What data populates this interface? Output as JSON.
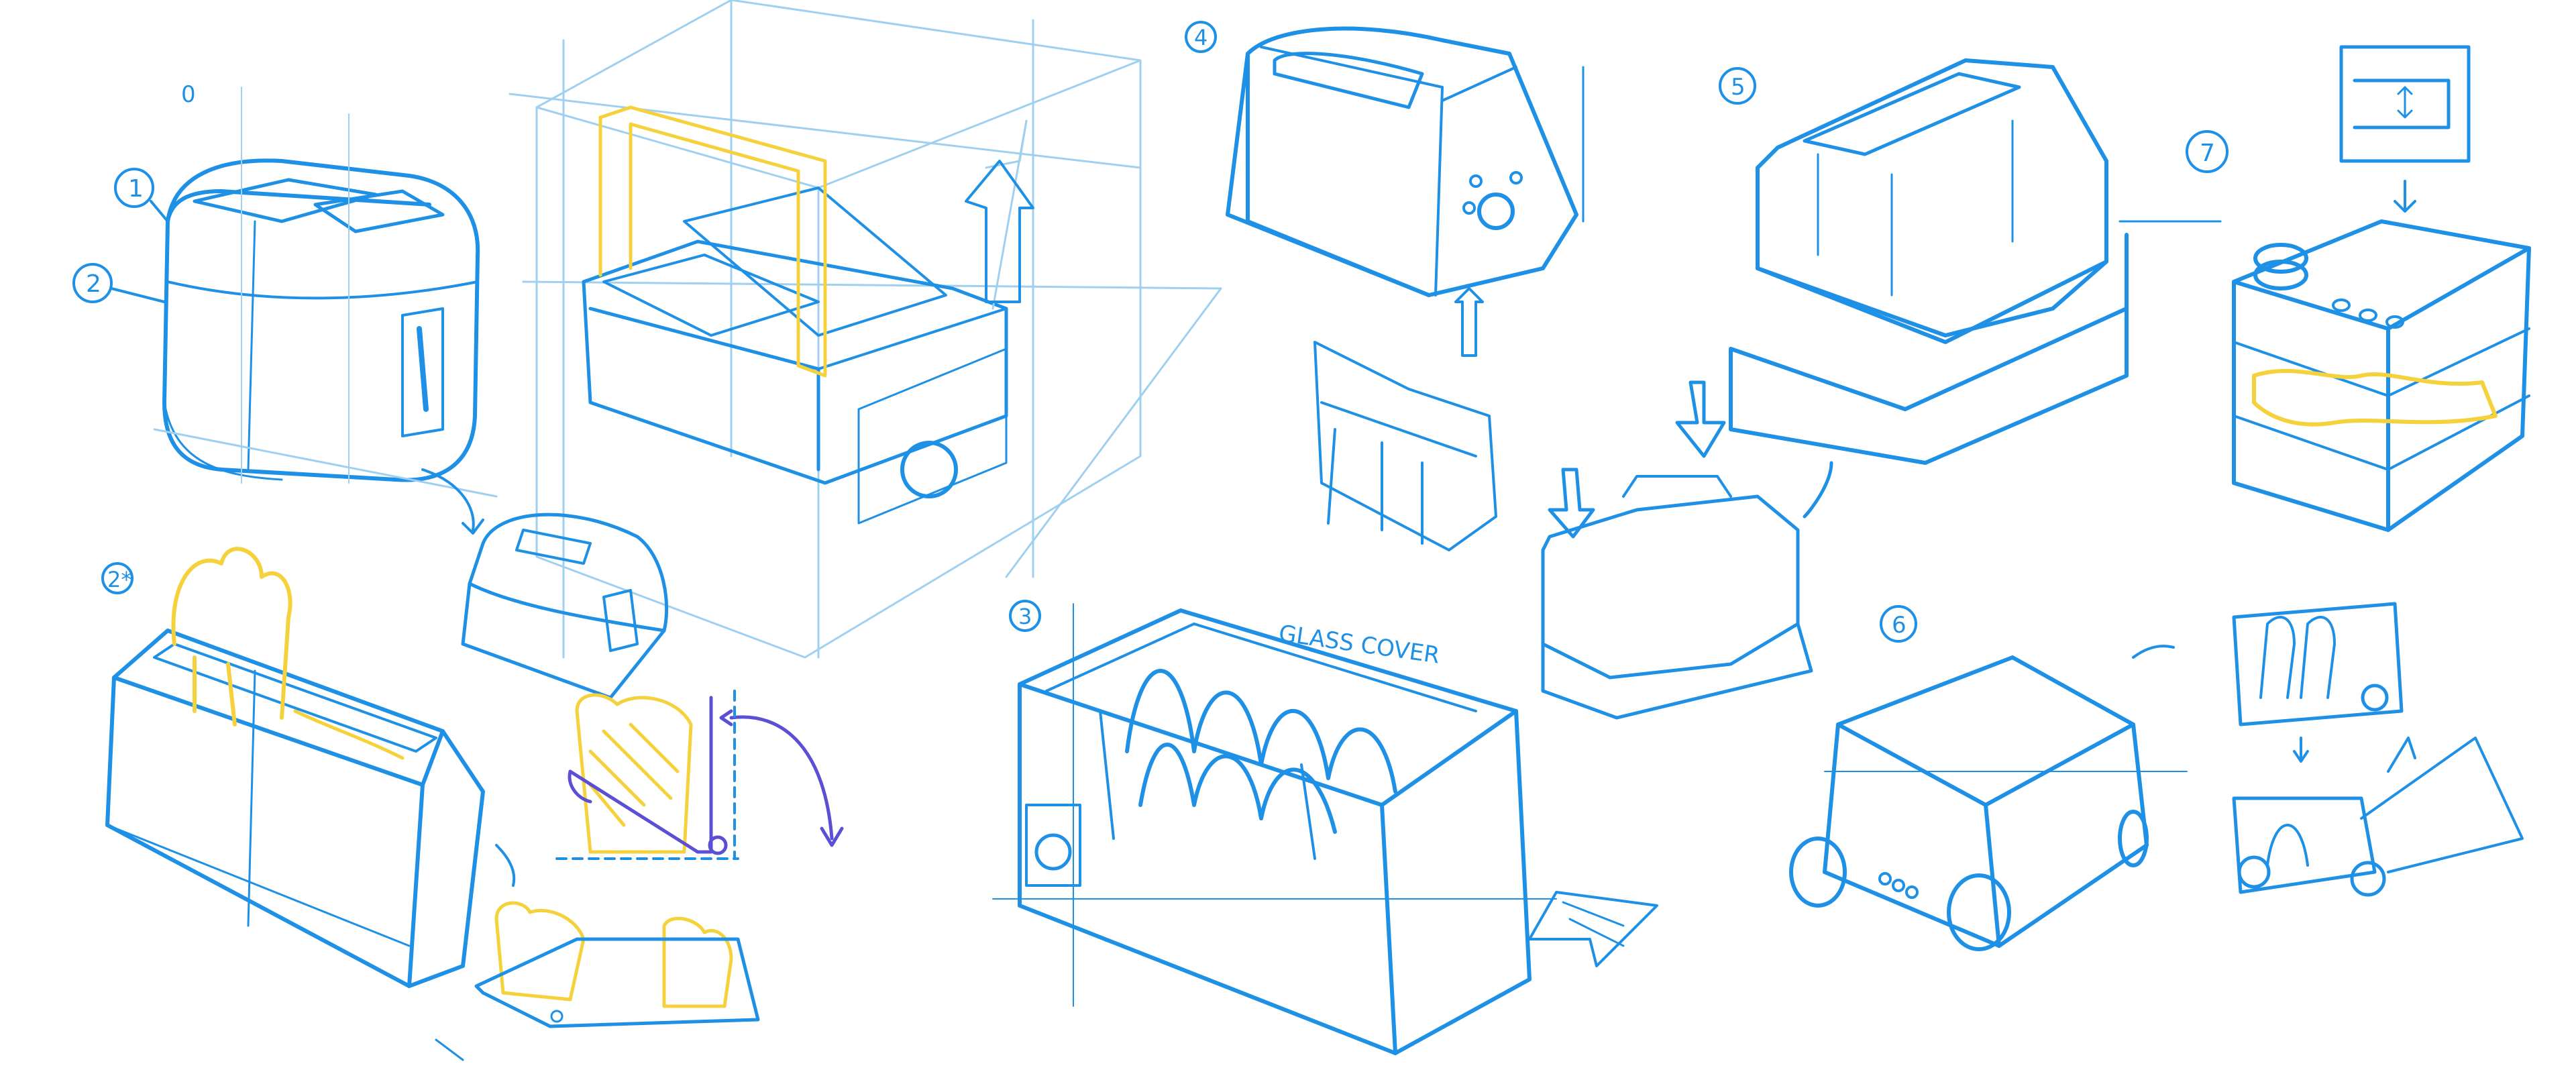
{
  "colors": {
    "background": "#ffffff",
    "ink_blue": "#1e90e6",
    "light_blue": "#9fd0f0",
    "yellow": "#f5d23c",
    "purple": "#5b4fd6"
  },
  "labels": {
    "l0": "0",
    "l1": "1",
    "l2": "2",
    "l2star": "2*",
    "l3": "3",
    "l4": "4",
    "l5": "5",
    "l6": "6",
    "l7": "7",
    "glass_cover": "GLASS COVER"
  }
}
